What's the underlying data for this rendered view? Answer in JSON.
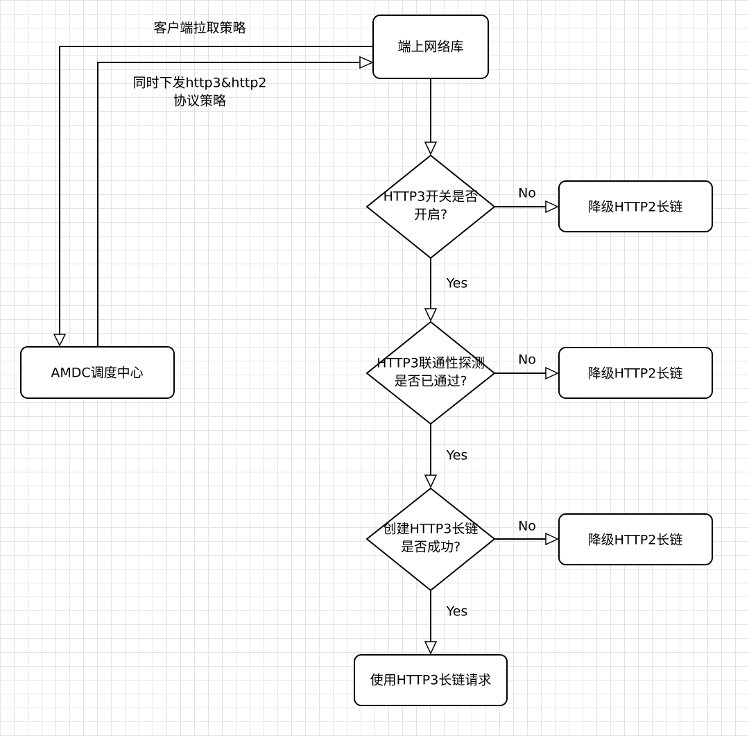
{
  "nodes": {
    "client_lib": "端上网络库",
    "amdc": "AMDC调度中心",
    "decision1_line1": "HTTP3开关是否",
    "decision1_line2": "开启?",
    "decision2_line1": "HTTP3联通性探测",
    "decision2_line2": "是否已通过?",
    "decision3_line1": "创建HTTP3长链",
    "decision3_line2": "是否成功?",
    "fallback1": "降级HTTP2长链",
    "fallback2": "降级HTTP2长链",
    "fallback3": "降级HTTP2长链",
    "use_http3": "使用HTTP3长链请求"
  },
  "edges": {
    "pull_policy": "客户端拉取策略",
    "push_policy_line1": "同时下发http3&http2",
    "push_policy_line2": "协议策略",
    "no1": "No",
    "no2": "No",
    "no3": "No",
    "yes1": "Yes",
    "yes2": "Yes",
    "yes3": "Yes"
  },
  "colors": {
    "stroke": "#000000",
    "fill": "#ffffff",
    "grid": "#e3e3e3"
  }
}
